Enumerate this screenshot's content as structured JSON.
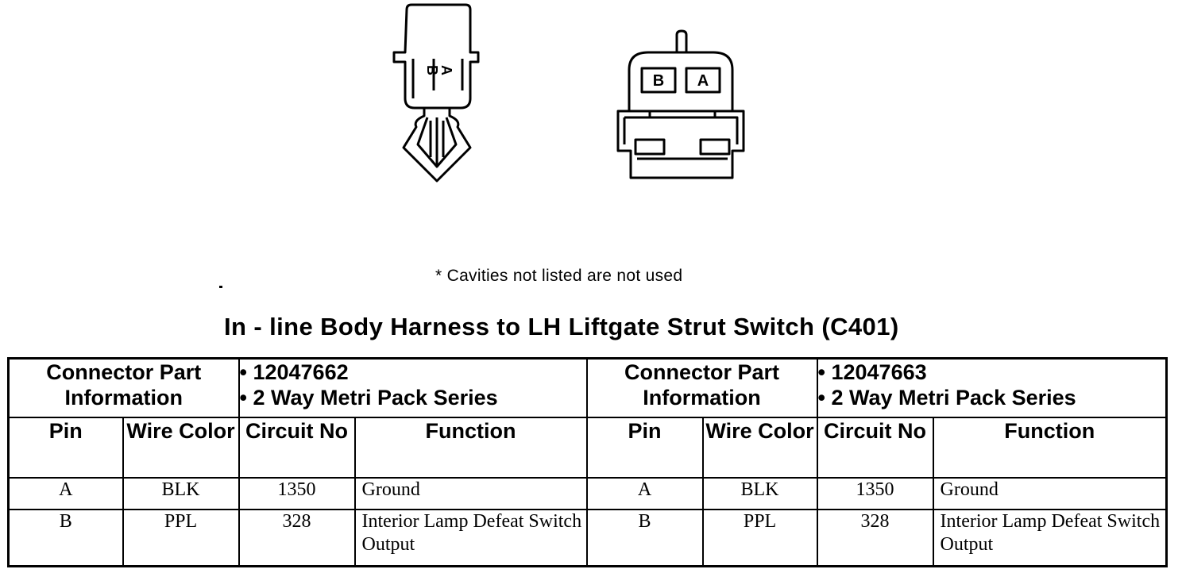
{
  "connector_views": {
    "left": {
      "cavity_labels": [
        "B",
        "A"
      ]
    },
    "right": {
      "cavity_labels": [
        "B",
        "A"
      ]
    }
  },
  "note": "* Cavities not listed are not used",
  "title": "In - line Body Harness to LH Liftgate Strut Switch (C401)",
  "tables": [
    {
      "part_info_label": "Connector Part Information",
      "part_number": "• 12047662",
      "series": "• 2 Way Metri Pack Series",
      "headers": {
        "pin": "Pin",
        "wire_color": "Wire Color",
        "circuit_no": "Circuit No",
        "function": "Function"
      },
      "rows": [
        {
          "pin": "A",
          "wire_color": "BLK",
          "circuit_no": "1350",
          "function": "Ground"
        },
        {
          "pin": "B",
          "wire_color": "PPL",
          "circuit_no": "328",
          "function": "Interior Lamp Defeat Switch Output"
        }
      ]
    },
    {
      "part_info_label": "Connector Part Information",
      "part_number": "• 12047663",
      "series": "• 2 Way Metri Pack Series",
      "headers": {
        "pin": "Pin",
        "wire_color": "Wire Color",
        "circuit_no": "Circuit No",
        "function": "Function"
      },
      "rows": [
        {
          "pin": "A",
          "wire_color": "BLK",
          "circuit_no": "1350",
          "function": "Ground"
        },
        {
          "pin": "B",
          "wire_color": "PPL",
          "circuit_no": "328",
          "function": "Interior Lamp Defeat Switch Output"
        }
      ]
    }
  ]
}
